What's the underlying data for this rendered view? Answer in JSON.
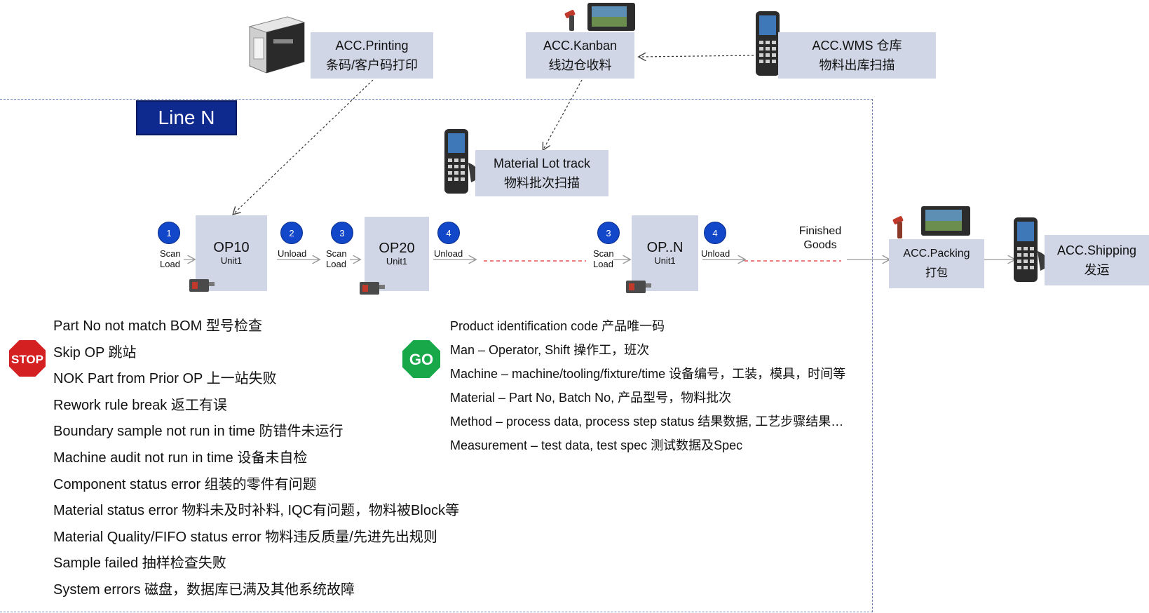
{
  "systems": {
    "printing": {
      "line1": "ACC.Printing",
      "line2": "条码/客户码打印"
    },
    "kanban": {
      "line1": "ACC.Kanban",
      "line2": "线边仓收料"
    },
    "wms": {
      "line1": "ACC.WMS 仓库",
      "line2": "物料出库扫描"
    },
    "lot_track": {
      "line1": "Material Lot track",
      "line2": "物料批次扫描"
    },
    "packing": {
      "line1": "ACC.Packing",
      "line2": "打包"
    },
    "shipping": {
      "line1": "ACC.Shipping",
      "line2": "发运"
    }
  },
  "line_label": "Line N",
  "operations": [
    {
      "title": "OP10",
      "unit": "Unit1"
    },
    {
      "title": "OP20",
      "unit": "Unit1"
    },
    {
      "title": "OP..N",
      "unit": "Unit1"
    }
  ],
  "steps": [
    {
      "num": "1",
      "label_top": "Scan",
      "label_bottom": "Load"
    },
    {
      "num": "2",
      "label": "Unload"
    },
    {
      "num": "3",
      "label_top": "Scan",
      "label_bottom": "Load"
    },
    {
      "num": "4",
      "label": "Unload"
    },
    {
      "num": "3",
      "label_top": "Scan",
      "label_bottom": "Load"
    },
    {
      "num": "4",
      "label": "Unload"
    }
  ],
  "finished_goods": {
    "line1": "Finished",
    "line2": "Goods"
  },
  "stop_sign": "STOP",
  "go_sign": "GO",
  "stop_list": [
    "Part No not match BOM 型号检查",
    "Skip OP 跳站",
    "NOK Part from Prior OP 上一站失败",
    "Rework rule break 返工有误",
    "Boundary sample not run in time 防错件未运行",
    "Machine audit not run in time 设备未自检",
    "Component status error 组装的零件有问题",
    "Material status error 物料未及时补料, IQC有问题，物料被Block等",
    "Material Quality/FIFO status error 物料违反质量/先进先出规则",
    "Sample failed 抽样检查失败",
    "System errors 磁盘，数据库已满及其他系统故障"
  ],
  "go_list": [
    "Product identification code  产品唯一码",
    "Man – Operator, Shift 操作工，班次",
    "Machine – machine/tooling/fixture/time 设备编号，工装，模具，时间等",
    "Material – Part No, Batch No, 产品型号，物料批次",
    "Method – process data, process step status 结果数据, 工艺步骤结果…",
    "Measurement – test data, test spec 测试数据及Spec"
  ],
  "colors": {
    "box": "#d0d6e6",
    "badge": "#1147c8",
    "line_label_bg": "#0e2a8e",
    "stop": "#d42020",
    "go": "#18a84a",
    "red_dash": "#e03030"
  },
  "icons": [
    "label-printer-icon",
    "kanban-terminal-icon",
    "handheld-scanner-icon",
    "barcode-scanner-icon"
  ]
}
